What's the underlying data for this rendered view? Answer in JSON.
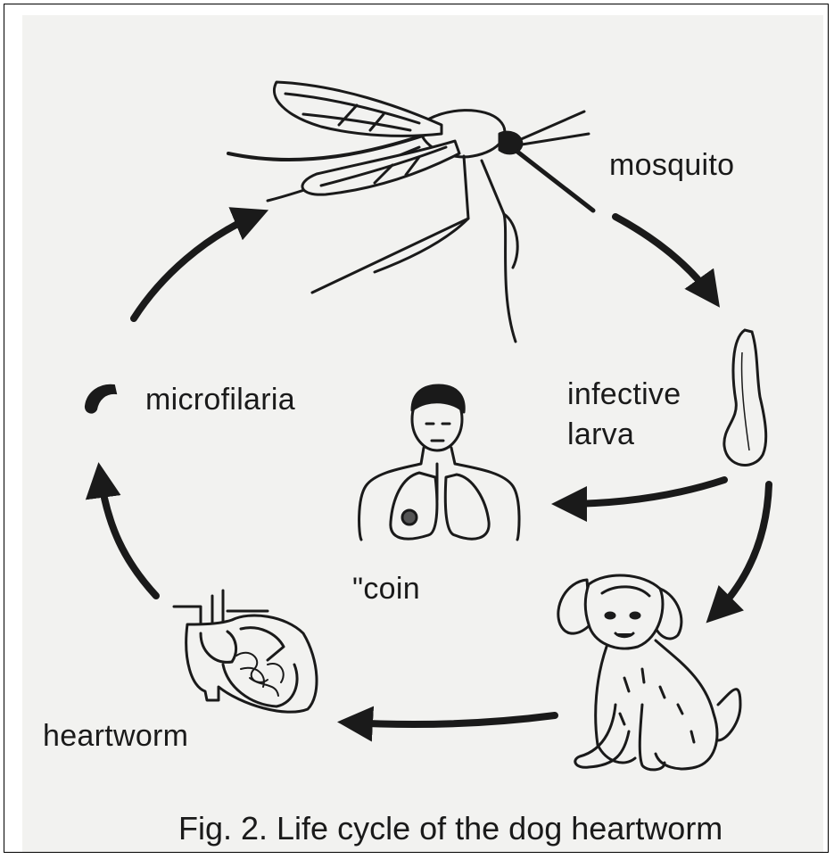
{
  "labels": {
    "mosquito": "mosquito",
    "infective": "infective",
    "larva": "larva",
    "microfilaria": "microfilaria",
    "coin": "\"coin",
    "heartworm": "heartworm"
  },
  "caption": "Fig. 2. Life cycle of the dog heartworm",
  "colors": {
    "ink": "#1a1a1a",
    "paper": "#f2f2f0",
    "border": "#000000"
  }
}
